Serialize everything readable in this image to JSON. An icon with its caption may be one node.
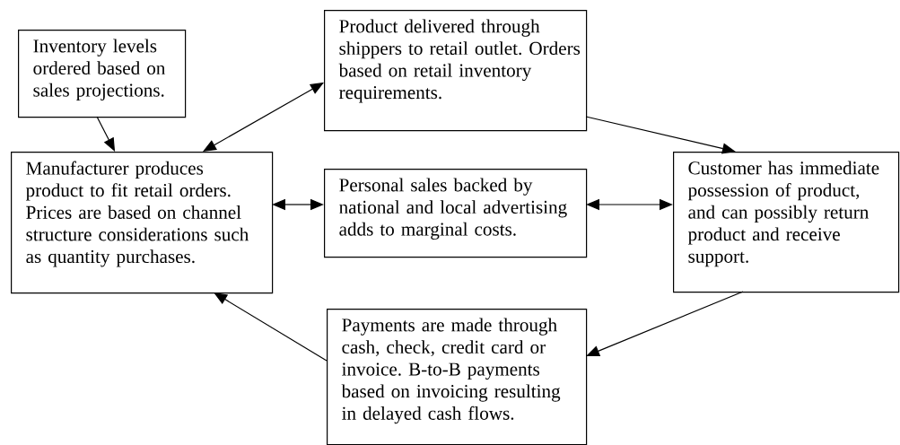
{
  "diagram": {
    "nodes": [
      {
        "text": [
          "Inventory levels ordered based on sales projections."
        ]
      },
      {
        "text": [
          "Product delivered through shippers to retail outlet. Orders based on retail inventory requirements."
        ]
      },
      {
        "text": [
          "Manufacturer produces product to fit retail orders. Prices are based on channel structure considerations such as quantity purchases."
        ]
      },
      {
        "text": [
          "Personal sales backed by national and local advertising adds to marginal costs."
        ]
      },
      {
        "text": [
          "Customer has immediate possession of product, and can possibly return product and receive support."
        ]
      },
      {
        "text": [
          "Payments are made through cash, check, credit card or invoice. B-to-B payments based on invoicing resulting in delayed cash flows."
        ]
      }
    ],
    "edges": [
      {
        "from": 0,
        "to": 2,
        "arrow": "to"
      },
      {
        "from": 2,
        "to": 1,
        "arrow": "both"
      },
      {
        "from": 1,
        "to": 4,
        "arrow": "to"
      },
      {
        "from": 2,
        "to": 3,
        "arrow": "both"
      },
      {
        "from": 3,
        "to": 4,
        "arrow": "both"
      },
      {
        "from": 4,
        "to": 5,
        "arrow": "to"
      },
      {
        "from": 5,
        "to": 2,
        "arrow": "to"
      }
    ]
  }
}
